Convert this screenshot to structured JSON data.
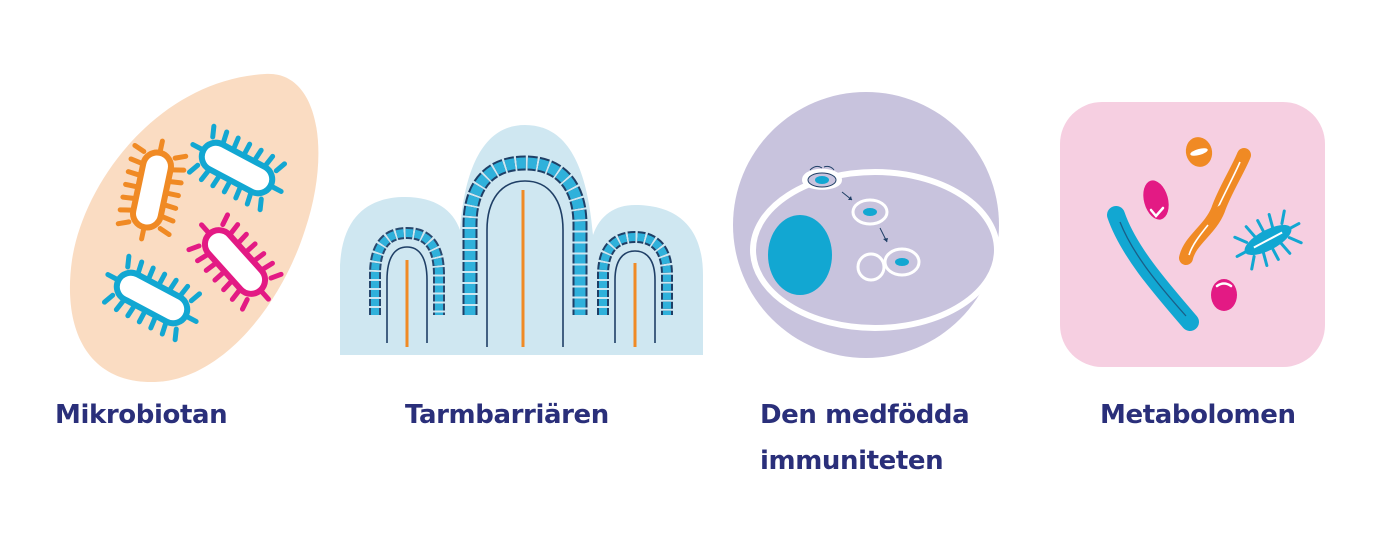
{
  "colors": {
    "label_text": "#2a2f7a",
    "microbiota_bg": "#fadcc2",
    "barrier_bg": "#cfe7f1",
    "immunity_bg": "#c8c3dd",
    "metabolome_bg": "#f6cfe1",
    "cyan": "#12a7d2",
    "orange": "#f08a24",
    "magenta": "#e31a84",
    "dark_blue": "#1f3f66"
  },
  "items": [
    {
      "id": "microbiota",
      "icon": "bacteria-cluster-icon",
      "label": "Mikrobiotan"
    },
    {
      "id": "gut-barrier",
      "icon": "intestinal-villi-icon",
      "label": "Tarmbarriären"
    },
    {
      "id": "innate-immunity",
      "icon": "immune-cell-icon",
      "label_line1": "Den medfödda",
      "label_line2": "immuniteten"
    },
    {
      "id": "metabolome",
      "icon": "metabolites-icon",
      "label": "Metabolomen"
    }
  ]
}
